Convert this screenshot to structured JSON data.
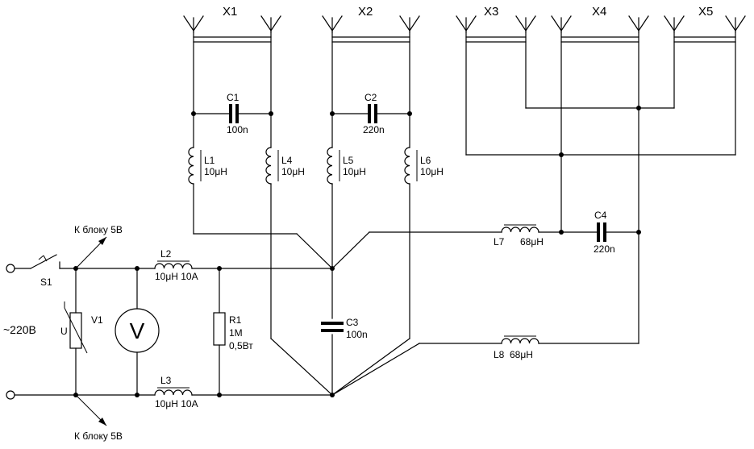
{
  "connectors": [
    "X1",
    "X2",
    "X3",
    "X4",
    "X5"
  ],
  "mains_label": "~220В",
  "switch_label": "S1",
  "to_5v_top": "К блоку 5В",
  "to_5v_bottom": "К блоку 5В",
  "varistor": {
    "name": "V1",
    "u": "U"
  },
  "voltmeter_symbol": "V",
  "capacitors": [
    {
      "name": "C1",
      "value": "100n"
    },
    {
      "name": "C2",
      "value": "220n"
    },
    {
      "name": "C3",
      "value": "100n"
    },
    {
      "name": "C4",
      "value": "220n"
    }
  ],
  "resistor": {
    "name": "R1",
    "value": "1M",
    "power": "0,5Вт"
  },
  "inductors": [
    {
      "name": "L1",
      "value": "10μH"
    },
    {
      "name": "L2",
      "value": "10μH 10A"
    },
    {
      "name": "L3",
      "value": "10μH 10A"
    },
    {
      "name": "L4",
      "value": "10μH"
    },
    {
      "name": "L5",
      "value": "10μH"
    },
    {
      "name": "L6",
      "value": "10μH"
    },
    {
      "name": "L7",
      "value": "68μH"
    },
    {
      "name": "L8",
      "value": "68μH"
    }
  ]
}
